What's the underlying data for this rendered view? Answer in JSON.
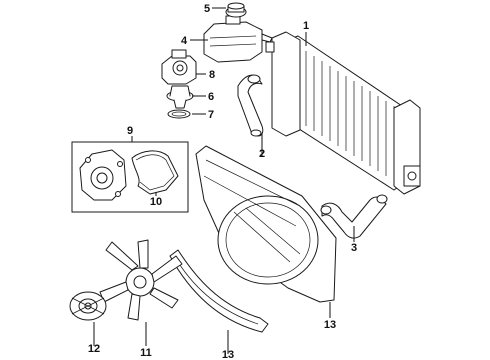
{
  "callouts": [
    {
      "id": "1",
      "label": "1"
    },
    {
      "id": "2",
      "label": "2"
    },
    {
      "id": "3",
      "label": "3"
    },
    {
      "id": "4",
      "label": "4"
    },
    {
      "id": "5",
      "label": "5"
    },
    {
      "id": "6",
      "label": "6"
    },
    {
      "id": "7",
      "label": "7"
    },
    {
      "id": "8",
      "label": "8"
    },
    {
      "id": "9",
      "label": "9"
    },
    {
      "id": "10",
      "label": "10"
    },
    {
      "id": "11",
      "label": "11"
    },
    {
      "id": "12",
      "label": "12"
    },
    {
      "id": "13a",
      "label": "13"
    },
    {
      "id": "13b",
      "label": "13"
    }
  ]
}
